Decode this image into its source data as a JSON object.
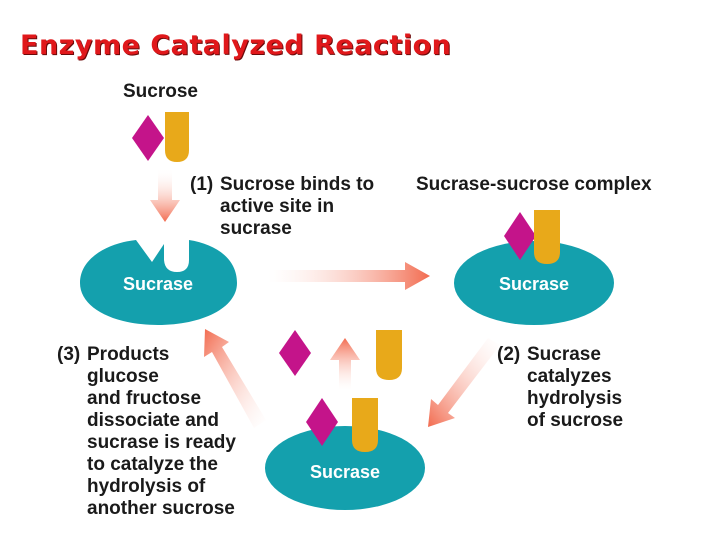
{
  "title": "Enzyme Catalyzed Reaction",
  "labels": {
    "sucrose": "Sucrose",
    "complex": "Sucrase-sucrose complex"
  },
  "enzymes": {
    "left": "Sucrase",
    "right": "Sucrase",
    "bottom": "Sucrase"
  },
  "steps": [
    {
      "number": "(1)",
      "lines": [
        "Sucrose binds to",
        "active site in",
        "sucrase"
      ]
    },
    {
      "number": "(2)",
      "lines": [
        "Sucrase",
        "catalyzes",
        "hydrolysis",
        "of sucrose"
      ]
    },
    {
      "number": "(3)",
      "lines": [
        "Products",
        "glucose",
        "and fructose",
        "dissociate and",
        "sucrase is ready",
        "to catalyze the",
        "hydrolysis of",
        "another sucrose"
      ]
    }
  ],
  "colors": {
    "title": "#e0181b",
    "enzyme": "#14a0ad",
    "glucose": "#c4148a",
    "fructose": "#e8a91a",
    "arrow": "#f26b4f"
  }
}
